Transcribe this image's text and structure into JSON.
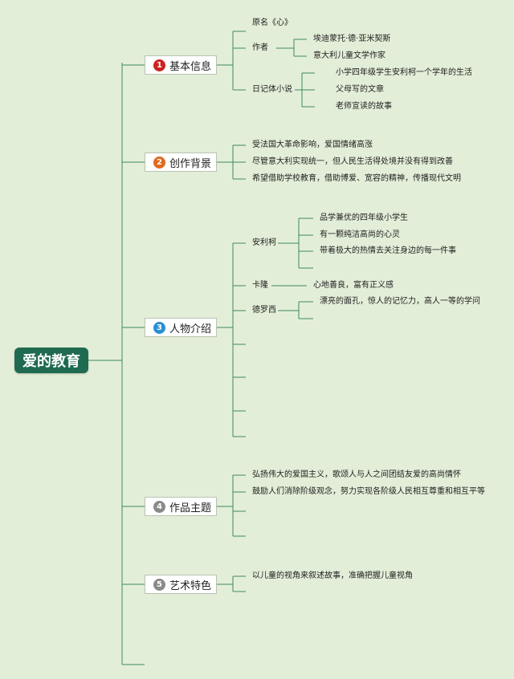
{
  "root": "爱的教育",
  "topics": [
    {
      "num": "1",
      "color": "#cc2222",
      "label": "基本信息"
    },
    {
      "num": "2",
      "color": "#e06a1e",
      "label": "创作背景"
    },
    {
      "num": "3",
      "color": "#2a8fd4",
      "label": "人物介绍"
    },
    {
      "num": "4",
      "color": "#8a8a8a",
      "label": "作品主题"
    },
    {
      "num": "5",
      "color": "#8a8a8a",
      "label": "艺术特色"
    }
  ],
  "t1": {
    "original": "原名《心》",
    "author": "作者",
    "author_name": "埃迪蒙托·德·亚米契斯",
    "author_desc": "意大利儿童文学作家",
    "diary": "日记体小说",
    "diary_items": [
      "小学四年级学生安利柯一个学年的生活",
      "父母写的文章",
      "老师宣读的故事"
    ]
  },
  "t2": {
    "items": [
      "受法国大革命影响，爱国情绪高涨",
      "尽管意大利实现统一，但人民生活得处境并没有得到改善",
      "希望借助学校教育，借助博爱、宽容的精神，传播现代文明"
    ]
  },
  "t3": {
    "enrico": "安利柯",
    "enrico_items": [
      "品学兼优的四年级小学生",
      "有一颗纯洁高尚的心灵",
      "带着极大的热情去关注身边的每一件事"
    ],
    "garrone": "卡隆",
    "garrone_desc": "心地善良，富有正义感",
    "derossi": "德罗西",
    "derossi_desc": "漂亮的面孔，惊人的记忆力，高人一等的学问"
  },
  "t4": {
    "items": [
      "弘扬伟大的爱国主义，歌颂人与人之间团结友爱的高尚情怀",
      "鼓励人们消除阶级观念，努力实现各阶级人民相互尊重和相互平等"
    ]
  },
  "t5": {
    "items": [
      "以儿童的视角来叙述故事，准确把握儿童视角"
    ]
  }
}
